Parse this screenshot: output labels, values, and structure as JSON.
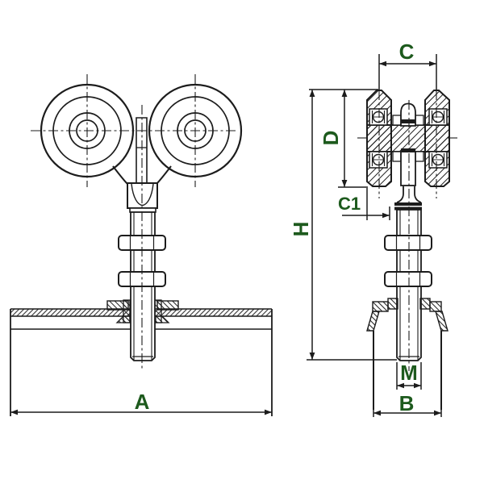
{
  "drawing": {
    "description": "technical drawing of a double-wheel sliding gate roller trolley, front view and sectional side view",
    "colors": {
      "line": "#1c1c1c",
      "label": "#1d5a1d",
      "background": "#ffffff"
    },
    "dimensions": {
      "C": "C",
      "D": "D",
      "C1": "C1",
      "H": "H",
      "M": "M",
      "B": "B",
      "A": "A"
    }
  }
}
